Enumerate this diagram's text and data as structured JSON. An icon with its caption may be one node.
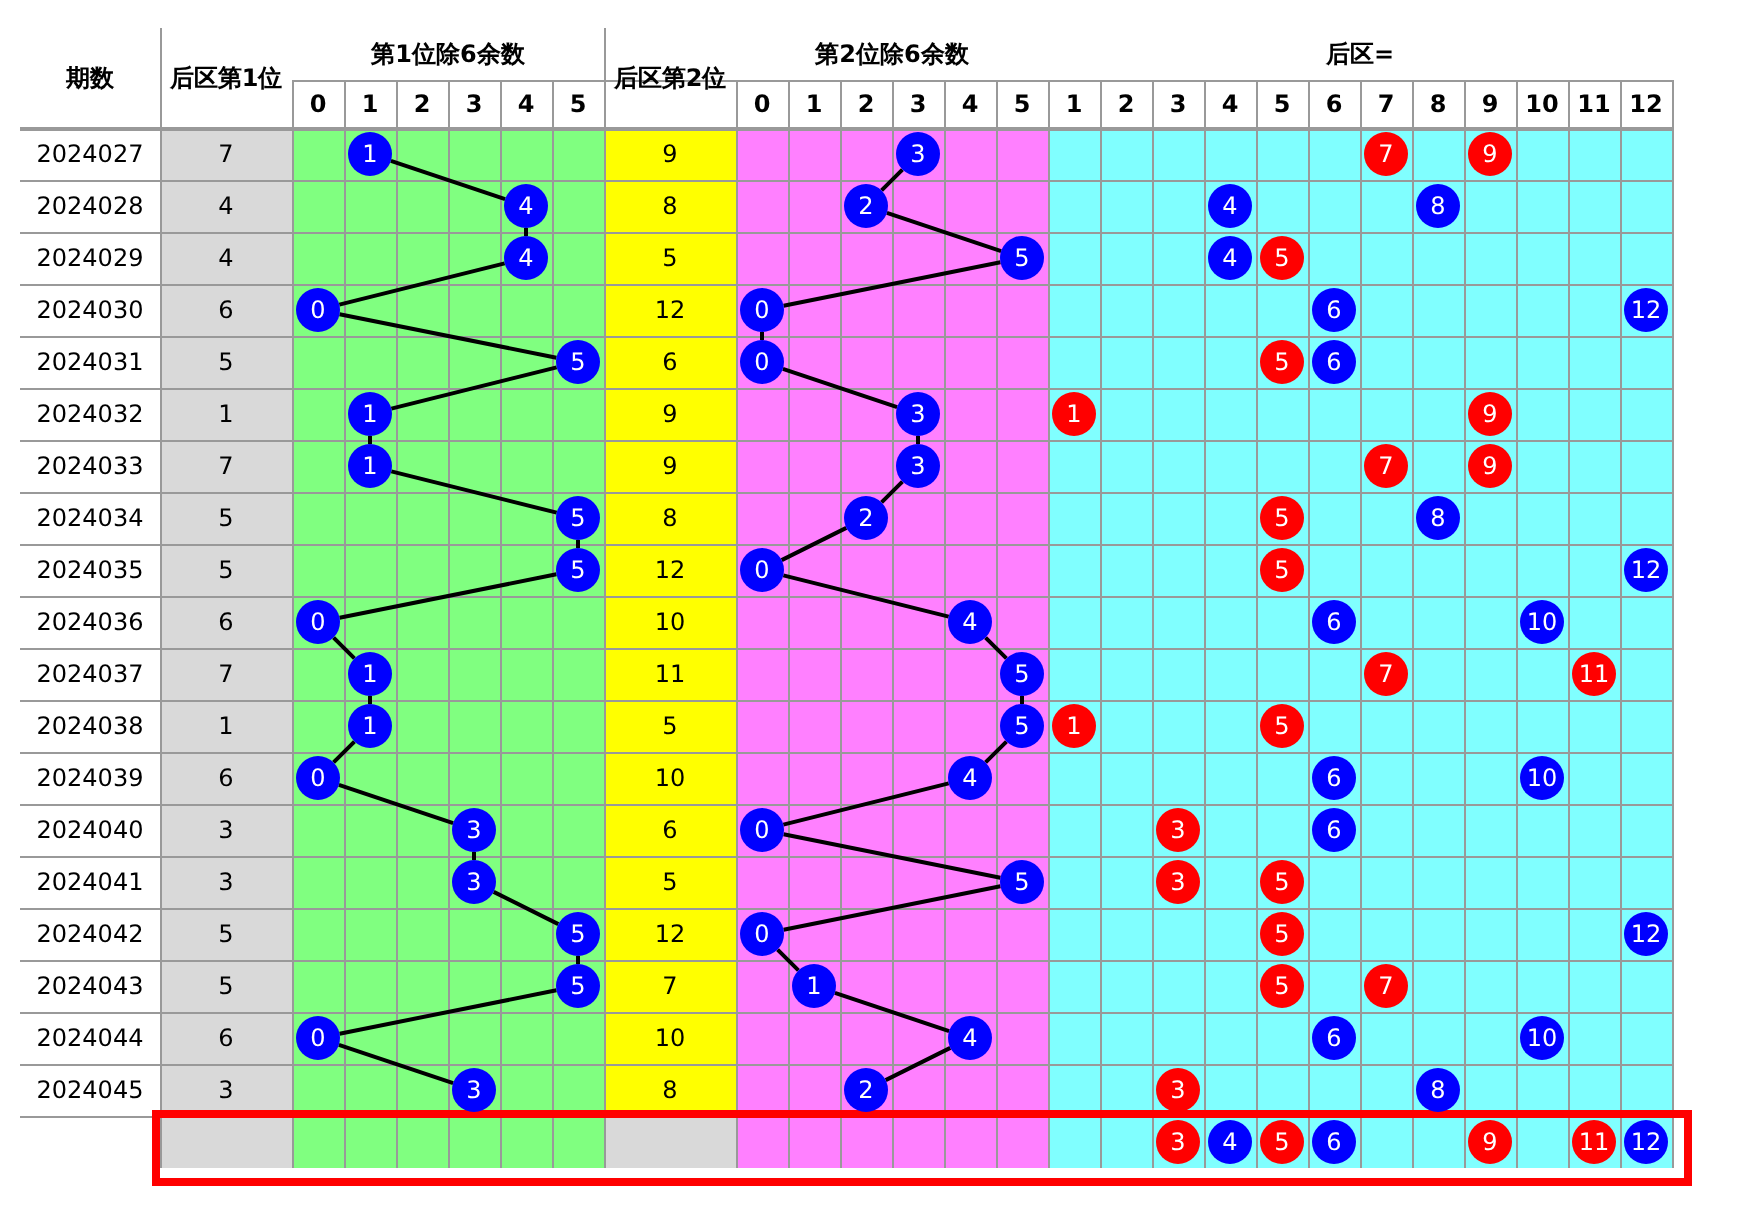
{
  "diagram": {
    "nodes": [
      {
        "text": [
          "1"
        ]
      },
      {
        "text": [
          "3"
        ]
      },
      {
        "text": [
          "7"
        ]
      },
      {
        "text": [
          "9"
        ]
      },
      {
        "text": [
          "4"
        ]
      },
      {
        "text": [
          "2"
        ]
      },
      {
        "text": [
          "4"
        ]
      },
      {
        "text": [
          "8"
        ]
      },
      {
        "text": [
          "4"
        ]
      },
      {
        "text": [
          "5"
        ]
      },
      {
        "text": [
          "4"
        ]
      },
      {
        "text": [
          "5"
        ]
      },
      {
        "text": [
          "0"
        ]
      },
      {
        "text": [
          "0"
        ]
      },
      {
        "text": [
          "6"
        ]
      },
      {
        "text": [
          "12"
        ]
      },
      {
        "text": [
          "5"
        ]
      },
      {
        "text": [
          "0"
        ]
      },
      {
        "text": [
          "5"
        ]
      },
      {
        "text": [
          "6"
        ]
      },
      {
        "text": [
          "1"
        ]
      },
      {
        "text": [
          "3"
        ]
      },
      {
        "text": [
          "1"
        ]
      },
      {
        "text": [
          "9"
        ]
      },
      {
        "text": [
          "1"
        ]
      },
      {
        "text": [
          "3"
        ]
      },
      {
        "text": [
          "7"
        ]
      },
      {
        "text": [
          "9"
        ]
      },
      {
        "text": [
          "5"
        ]
      },
      {
        "text": [
          "2"
        ]
      },
      {
        "text": [
          "5"
        ]
      },
      {
        "text": [
          "8"
        ]
      },
      {
        "text": [
          "5"
        ]
      },
      {
        "text": [
          "0"
        ]
      },
      {
        "text": [
          "5"
        ]
      },
      {
        "text": [
          "12"
        ]
      },
      {
        "text": [
          "0"
        ]
      },
      {
        "text": [
          "4"
        ]
      },
      {
        "text": [
          "6"
        ]
      },
      {
        "text": [
          "10"
        ]
      },
      {
        "text": [
          "1"
        ]
      },
      {
        "text": [
          "5"
        ]
      },
      {
        "text": [
          "7"
        ]
      },
      {
        "text": [
          "11"
        ]
      },
      {
        "text": [
          "1"
        ]
      },
      {
        "text": [
          "5"
        ]
      },
      {
        "text": [
          "1"
        ]
      },
      {
        "text": [
          "5"
        ]
      },
      {
        "text": [
          "0"
        ]
      },
      {
        "text": [
          "4"
        ]
      },
      {
        "text": [
          "6"
        ]
      },
      {
        "text": [
          "10"
        ]
      },
      {
        "text": [
          "3"
        ]
      },
      {
        "text": [
          "0"
        ]
      },
      {
        "text": [
          "3"
        ]
      },
      {
        "text": [
          "6"
        ]
      },
      {
        "text": [
          "3"
        ]
      },
      {
        "text": [
          "5"
        ]
      },
      {
        "text": [
          "3"
        ]
      },
      {
        "text": [
          "5"
        ]
      },
      {
        "text": [
          "5"
        ]
      },
      {
        "text": [
          "0"
        ]
      },
      {
        "text": [
          "5"
        ]
      },
      {
        "text": [
          "12"
        ]
      },
      {
        "text": [
          "5"
        ]
      },
      {
        "text": [
          "1"
        ]
      },
      {
        "text": [
          "5"
        ]
      },
      {
        "text": [
          "7"
        ]
      },
      {
        "text": [
          "0"
        ]
      },
      {
        "text": [
          "4"
        ]
      },
      {
        "text": [
          "6"
        ]
      },
      {
        "text": [
          "10"
        ]
      },
      {
        "text": [
          "3"
        ]
      },
      {
        "text": [
          "2"
        ]
      },
      {
        "text": [
          "3"
        ]
      },
      {
        "text": [
          "8"
        ]
      },
      {
        "text": [
          "3"
        ]
      },
      {
        "text": [
          "4"
        ]
      },
      {
        "text": [
          "5"
        ]
      },
      {
        "text": [
          "6"
        ]
      },
      {
        "text": [
          "9"
        ]
      },
      {
        "text": [
          "11"
        ]
      },
      {
        "text": [
          "12"
        ]
      }
    ],
    "edges": [
      {
        "from": 0,
        "to": 4,
        "arrow": "none"
      },
      {
        "from": 1,
        "to": 5,
        "arrow": "none"
      },
      {
        "from": 4,
        "to": 8,
        "arrow": "none"
      },
      {
        "from": 5,
        "to": 9,
        "arrow": "none"
      },
      {
        "from": 8,
        "to": 12,
        "arrow": "none"
      },
      {
        "from": 9,
        "to": 13,
        "arrow": "none"
      },
      {
        "from": 12,
        "to": 16,
        "arrow": "none"
      },
      {
        "from": 13,
        "to": 17,
        "arrow": "none"
      },
      {
        "from": 16,
        "to": 20,
        "arrow": "none"
      },
      {
        "from": 17,
        "to": 21,
        "arrow": "none"
      },
      {
        "from": 20,
        "to": 24,
        "arrow": "none"
      },
      {
        "from": 21,
        "to": 25,
        "arrow": "none"
      },
      {
        "from": 24,
        "to": 28,
        "arrow": "none"
      },
      {
        "from": 25,
        "to": 29,
        "arrow": "none"
      },
      {
        "from": 28,
        "to": 32,
        "arrow": "none"
      },
      {
        "from": 29,
        "to": 33,
        "arrow": "none"
      },
      {
        "from": 32,
        "to": 36,
        "arrow": "none"
      },
      {
        "from": 33,
        "to": 37,
        "arrow": "none"
      },
      {
        "from": 36,
        "to": 40,
        "arrow": "none"
      },
      {
        "from": 37,
        "to": 41,
        "arrow": "none"
      },
      {
        "from": 40,
        "to": 44,
        "arrow": "none"
      },
      {
        "from": 41,
        "to": 45,
        "arrow": "none"
      },
      {
        "from": 44,
        "to": 48,
        "arrow": "none"
      },
      {
        "from": 45,
        "to": 49,
        "arrow": "none"
      },
      {
        "from": 48,
        "to": 52,
        "arrow": "none"
      },
      {
        "from": 49,
        "to": 53,
        "arrow": "none"
      },
      {
        "from": 52,
        "to": 56,
        "arrow": "none"
      },
      {
        "from": 53,
        "to": 57,
        "arrow": "none"
      },
      {
        "from": 56,
        "to": 60,
        "arrow": "none"
      },
      {
        "from": 57,
        "to": 61,
        "arrow": "none"
      },
      {
        "from": 60,
        "to": 64,
        "arrow": "none"
      },
      {
        "from": 61,
        "to": 65,
        "arrow": "none"
      },
      {
        "from": 64,
        "to": 68,
        "arrow": "none"
      },
      {
        "from": 65,
        "to": 69,
        "arrow": "none"
      },
      {
        "from": 68,
        "to": 72,
        "arrow": "none"
      },
      {
        "from": 69,
        "to": 73,
        "arrow": "none"
      }
    ],
    "labels": [
      "期数",
      "后区第1位",
      "第1位除6余数",
      "后区第2位",
      "第2位除6余数",
      "后区=",
      "0",
      "1",
      "2",
      "3",
      "4",
      "5",
      "0",
      "1",
      "2",
      "3",
      "4",
      "5",
      "1",
      "2",
      "3",
      "4",
      "5",
      "6",
      "7",
      "8",
      "9",
      "10",
      "11",
      "12",
      "2024027",
      "7",
      "9",
      "2024028",
      "4",
      "8",
      "2024029",
      "4",
      "5",
      "2024030",
      "6",
      "12",
      "2024031",
      "5",
      "6",
      "2024032",
      "1",
      "9",
      "2024033",
      "7",
      "9",
      "2024034",
      "5",
      "8",
      "2024035",
      "5",
      "12",
      "2024036",
      "6",
      "10",
      "2024037",
      "7",
      "11",
      "2024038",
      "1",
      "5",
      "2024039",
      "6",
      "10",
      "2024040",
      "3",
      "6",
      "2024041",
      "3",
      "5",
      "2024042",
      "5",
      "12",
      "2024043",
      "5",
      "7",
      "2024044",
      "6",
      "10",
      "2024045",
      "3",
      "8"
    ]
  }
}
